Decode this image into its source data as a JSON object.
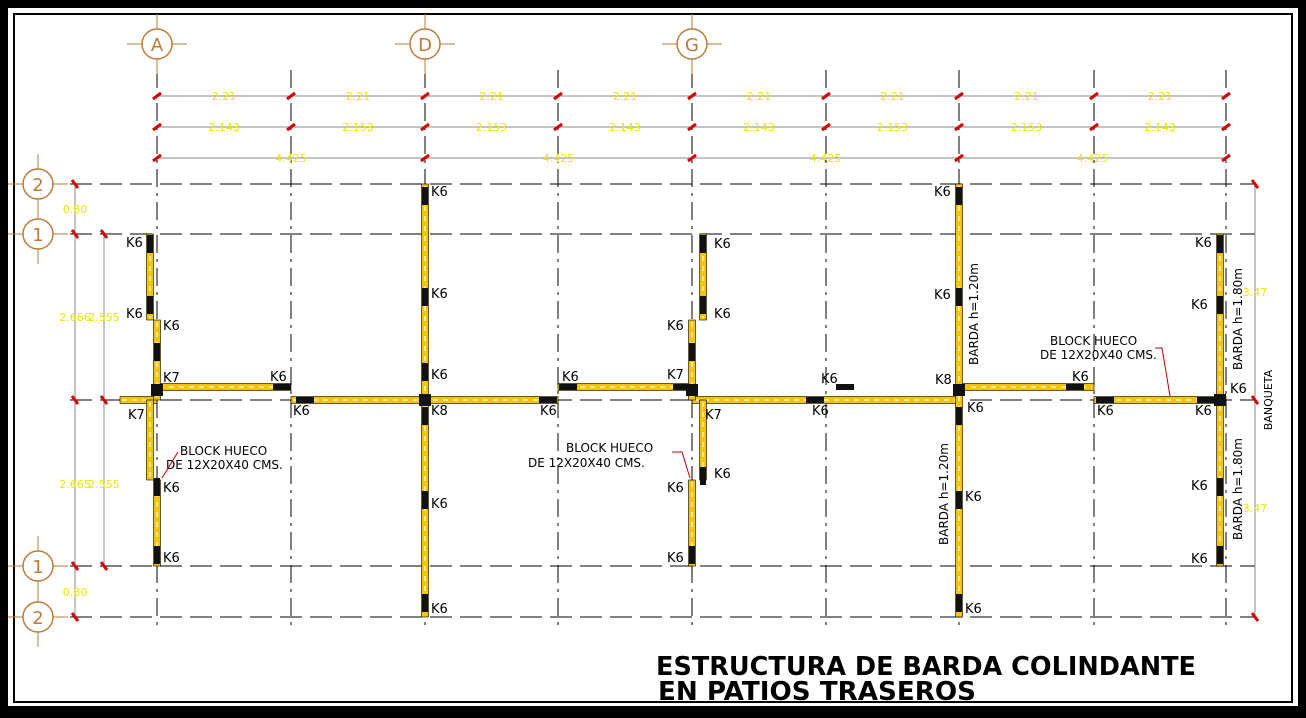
{
  "title": {
    "line1": "ESTRUCTURA DE BARDA COLINDANTE",
    "line2": "EN PATIOS TRASEROS"
  },
  "axes_columns": [
    "A",
    "D",
    "G"
  ],
  "axes_rows": [
    "2",
    "1",
    "1",
    "2"
  ],
  "dims_row1": [
    "2.21",
    "2.21",
    "2.21",
    "2.21",
    "2.21",
    "2.21",
    "2.21",
    "2.21"
  ],
  "dims_row2": [
    "2.143",
    "2.153",
    "2.153",
    "2.143",
    "2.143",
    "2.153",
    "2.153",
    "2.143"
  ],
  "dims_row3": [
    "4.425",
    "4.425",
    "4.425",
    "4.425"
  ],
  "left_dims": {
    "top_offset": "0.80",
    "bottom_offset": "0.80",
    "upper_outer": "2.666",
    "upper_inner": "2.555",
    "lower_outer": "2.665",
    "lower_inner": "2.555"
  },
  "right_dims": {
    "upper": "3.47",
    "lower": "3.47",
    "side_label": "BANQUETA"
  },
  "column_labels": {
    "k6": "K6",
    "k7": "K7",
    "k8": "K8"
  },
  "notes": {
    "block_line1": "BLOCK HUECO",
    "block_line2": "DE 12X20X40 CMS."
  },
  "barda_labels": {
    "h120": "BARDA  h=1.20m",
    "h180": "BARDA  h=1.80m"
  },
  "colors": {
    "background": "#ffffff",
    "wall": "#f5c400",
    "column": "#111111",
    "axis_bubble": "#c07a3a",
    "dimension_text": "#e8e800",
    "dimension_tick": "#d40000",
    "frame": "#000000"
  }
}
